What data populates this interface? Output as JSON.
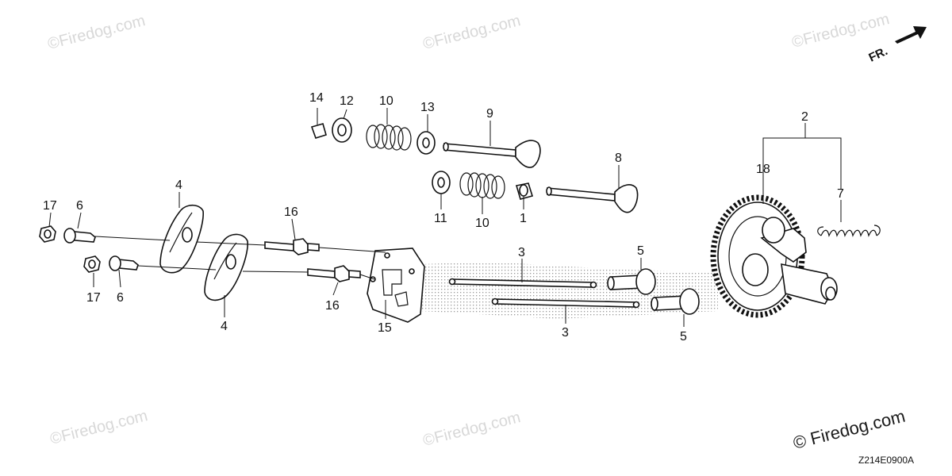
{
  "watermarks": [
    "©Firedog.com",
    "©Firedog.com",
    "©Firedog.com",
    "©Firedog.com",
    "©Firedog.com"
  ],
  "brand_text": "© Firedog.com",
  "diagram_code": "Z214E0900A",
  "front_indicator": "FR.",
  "callouts": {
    "c1": "1",
    "c2": "2",
    "c3a": "3",
    "c3b": "3",
    "c4a": "4",
    "c4b": "4",
    "c5a": "5",
    "c5b": "5",
    "c6a": "6",
    "c6b": "6",
    "c7": "7",
    "c8": "8",
    "c9": "9",
    "c10a": "10",
    "c10b": "10",
    "c11": "11",
    "c12": "12",
    "c13": "13",
    "c14": "14",
    "c15": "15",
    "c16a": "16",
    "c16b": "16",
    "c17a": "17",
    "c17b": "17",
    "c18": "18"
  }
}
